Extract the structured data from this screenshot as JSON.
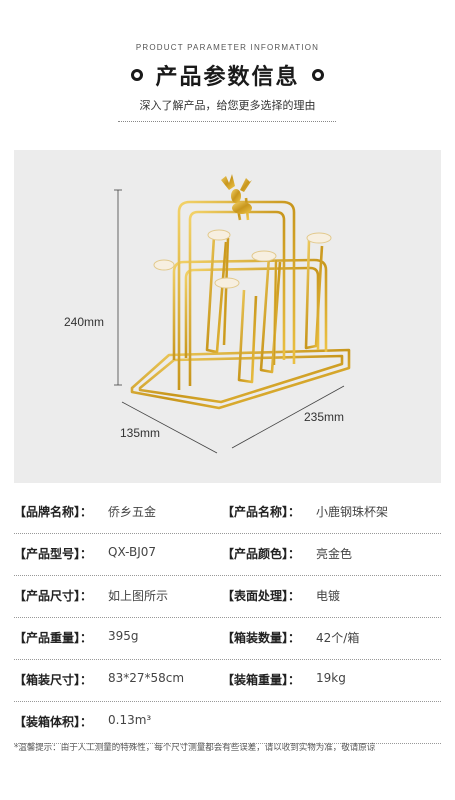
{
  "header": {
    "en_title": "PRODUCT PARAMETER INFORMATION",
    "title": "产品参数信息",
    "subtitle": "深入了解产品，给您更多选择的理由"
  },
  "dimensions": {
    "height": "240mm",
    "depth": "135mm",
    "width": "235mm"
  },
  "specs": [
    {
      "left_key": "【品牌名称】：",
      "left_val": "侨乡五金",
      "right_key": "【产品名称】：",
      "right_val": "小鹿钢珠杯架"
    },
    {
      "left_key": "【产品型号】：",
      "left_val": "QX-BJ07",
      "right_key": "【产品颜色】：",
      "right_val": "亮金色"
    },
    {
      "left_key": "【产品尺寸】：",
      "left_val": "如上图所示",
      "right_key": "【表面处理】：",
      "right_val": "电镀"
    },
    {
      "left_key": "【产品重量】：",
      "left_val": "395g",
      "right_key": "【箱装数量】：",
      "right_val": "42个/箱"
    },
    {
      "left_key": "【箱装尺寸】：",
      "left_val": "83*27*58cm",
      "right_key": "【装箱重量】：",
      "right_val": "19kg"
    },
    {
      "left_key": "【装箱体积】：",
      "left_val": "0.13m³",
      "right_key": "",
      "right_val": ""
    }
  ],
  "footnote": "*温馨提示：由于人工测量的特殊性，每个尺寸测量都会有些误差，请以收到实物为准，敬请原谅",
  "colors": {
    "gold": "#d4a82a",
    "panel": "#ececec"
  }
}
